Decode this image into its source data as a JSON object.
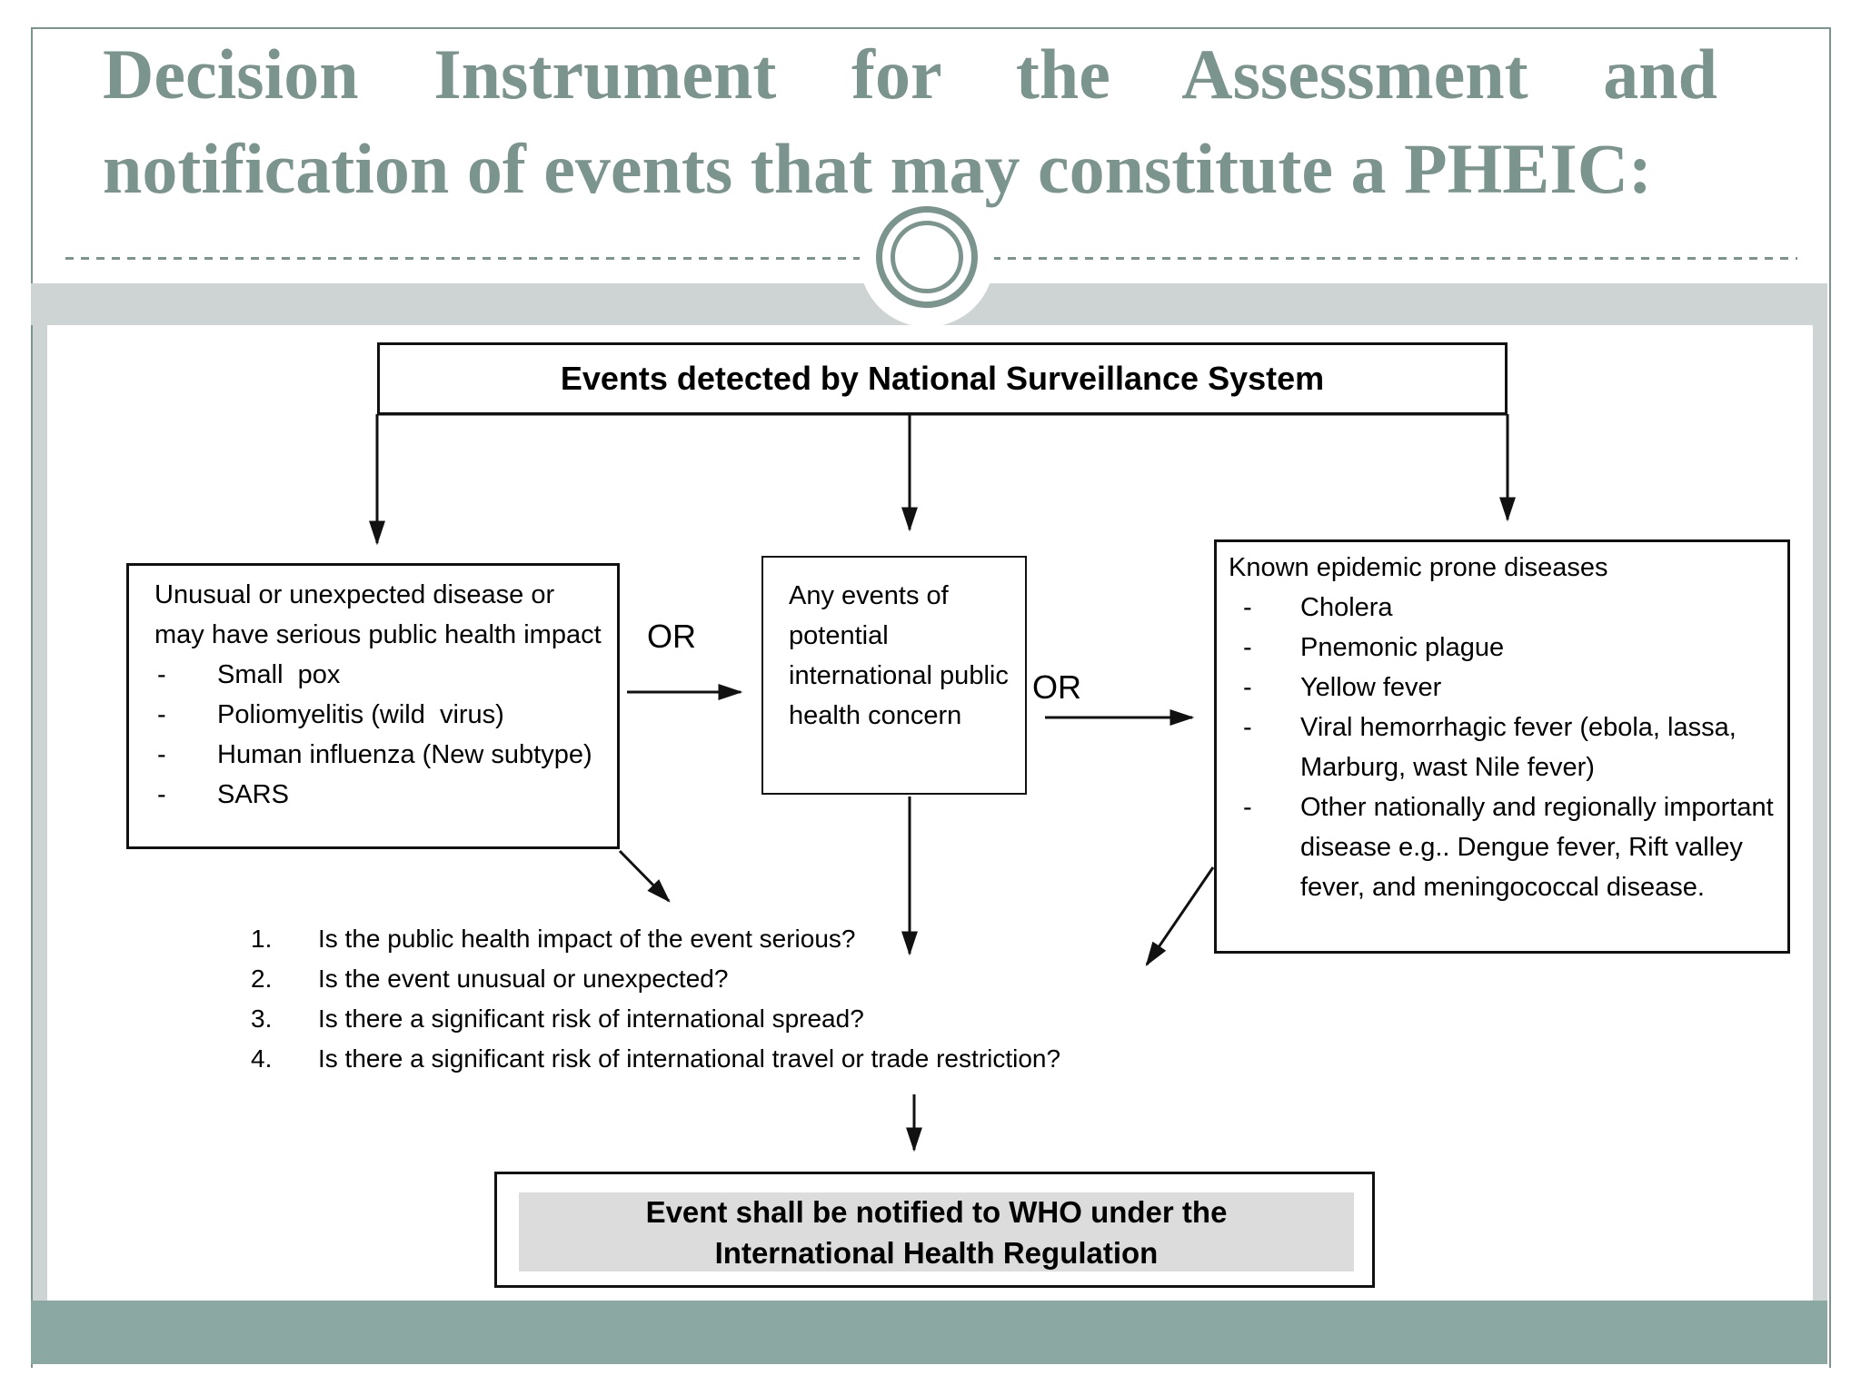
{
  "title": {
    "line1": "Decision Instrument for the Assessment and",
    "line2": "notification of events that may constitute a PHEIC:"
  },
  "bullet": "-",
  "flow": {
    "top_box": "Events detected by National Surveillance System",
    "or_left": "OR",
    "or_right": "OR",
    "left_box": {
      "heading": "Unusual or unexpected disease or may have serious public health impact",
      "items": [
        "Small  pox",
        "Poliomyelitis (wild  virus)",
        "Human influenza (New subtype)",
        "SARS"
      ]
    },
    "middle_box": "Any events of potential international public health concern",
    "right_box": {
      "heading": "Known epidemic prone diseases",
      "items": [
        "Cholera",
        "Pnemonic plague",
        "Yellow fever",
        "Viral hemorrhagic fever (ebola, lassa, Marburg, wast Nile fever)",
        "Other nationally and regionally important disease e.g.. Dengue fever, Rift valley fever, and meningococcal disease."
      ]
    },
    "questions": [
      {
        "num": "1.",
        "text": "Is the public health impact of the event serious?"
      },
      {
        "num": "2.",
        "text": "Is the event unusual or unexpected?"
      },
      {
        "num": "3.",
        "text": "Is there a significant risk of international spread?"
      },
      {
        "num": "4.",
        "text": "Is there a significant risk of international travel or trade restriction?"
      }
    ],
    "bottom_box": {
      "line1": "Event shall be notified to WHO under the",
      "line2": "International Health Regulation"
    }
  },
  "colors": {
    "accent_sage": "#7b948d",
    "band_gray": "#cdd4d3",
    "footer_sage": "#8ba8a2",
    "bottom_box_fill": "#dcdcdc",
    "line_black": "#111111"
  }
}
